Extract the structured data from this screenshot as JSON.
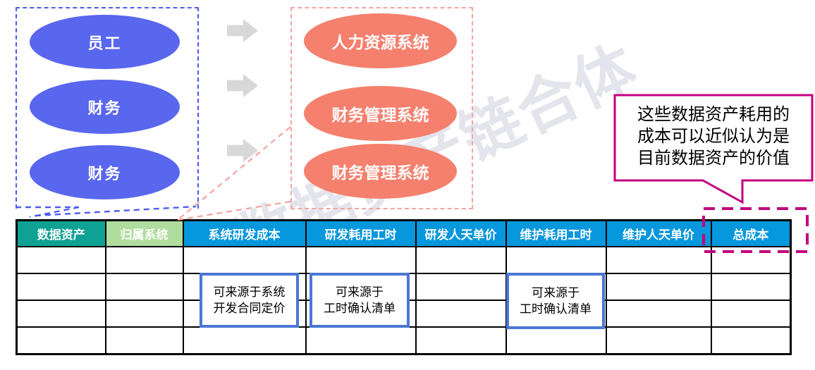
{
  "watermark": {
    "text": "数据资产链合体"
  },
  "colors": {
    "data_asset_ellipse": "#5966EE",
    "data_asset_box_border": "#4C5CEE",
    "system_ellipse": "#F5806E",
    "system_box_border": "#F4A3A0",
    "arrow_gray": "#D8D8D8",
    "header_data_asset": "#10A195",
    "header_owning_system": "#AEDD9D",
    "header_cost_columns": "#0797DC",
    "highlight_magenta": "#C2007E",
    "note_border_blue": "#4A77D4"
  },
  "data_assets": {
    "items": [
      "员工",
      "财务",
      "财务"
    ]
  },
  "systems": {
    "items": [
      "人力资源系统",
      "财务管理系统",
      "财务管理系统"
    ]
  },
  "value_callout": {
    "lines": [
      "这些数据资产耗用的",
      "成本可以近似认为是",
      "目前数据资产的价值"
    ]
  },
  "cost_table": {
    "headers": [
      "数据资产",
      "归属系统",
      "系统研发成本",
      "研发耗用工时",
      "研发人天单价",
      "维护耗用工时",
      "维护人天单价",
      "总成本"
    ],
    "empty_row_count": 4
  },
  "table_notes": [
    {
      "lines": [
        "可来源于系统",
        "开发合同定价"
      ]
    },
    {
      "lines": [
        "可来源于",
        "工时确认清单"
      ]
    },
    {
      "lines": [
        "可来源于",
        "工时确认清单"
      ]
    }
  ]
}
